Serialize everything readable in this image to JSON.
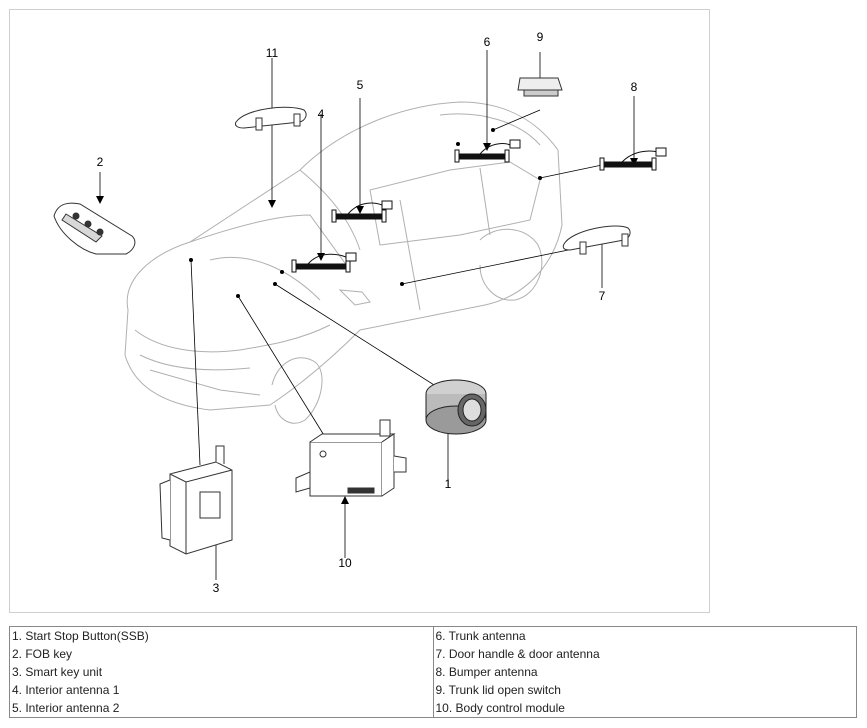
{
  "figure": {
    "callouts": [
      "1",
      "2",
      "3",
      "4",
      "5",
      "6",
      "7",
      "8",
      "9",
      "10",
      "11"
    ]
  },
  "legend": {
    "rows": [
      [
        "1. Start Stop Button(SSB)",
        "6. Trunk antenna"
      ],
      [
        "2. FOB key",
        "7. Door handle & door antenna"
      ],
      [
        "3. Smart key unit",
        "8. Bumper antenna"
      ],
      [
        "4. Interior antenna 1",
        "9. Trunk lid open switch"
      ],
      [
        "5. Interior antenna 2",
        "10. Body control module"
      ]
    ]
  }
}
